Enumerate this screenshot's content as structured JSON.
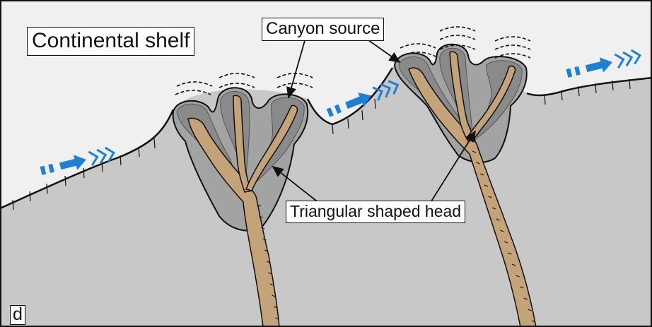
{
  "labels": {
    "continental_shelf": "Continental shelf",
    "canyon_source": "Canyon source",
    "triangular_head": "Triangular shaped head",
    "panel_letter": "d"
  },
  "colors": {
    "shelf_fill": "#f0f0f0",
    "slope_fill": "#c8c8c8",
    "canyon_head_fill": "#a3a3a3",
    "canyon_rim_fill": "#8a8a8a",
    "channel_fill": "#c4a27a",
    "outline": "#111111",
    "current_arrow": "#1f7fd0"
  },
  "icons": {
    "current": "current-flow-arrow-icon",
    "headward_erosion": "headward-erosion-marks"
  }
}
